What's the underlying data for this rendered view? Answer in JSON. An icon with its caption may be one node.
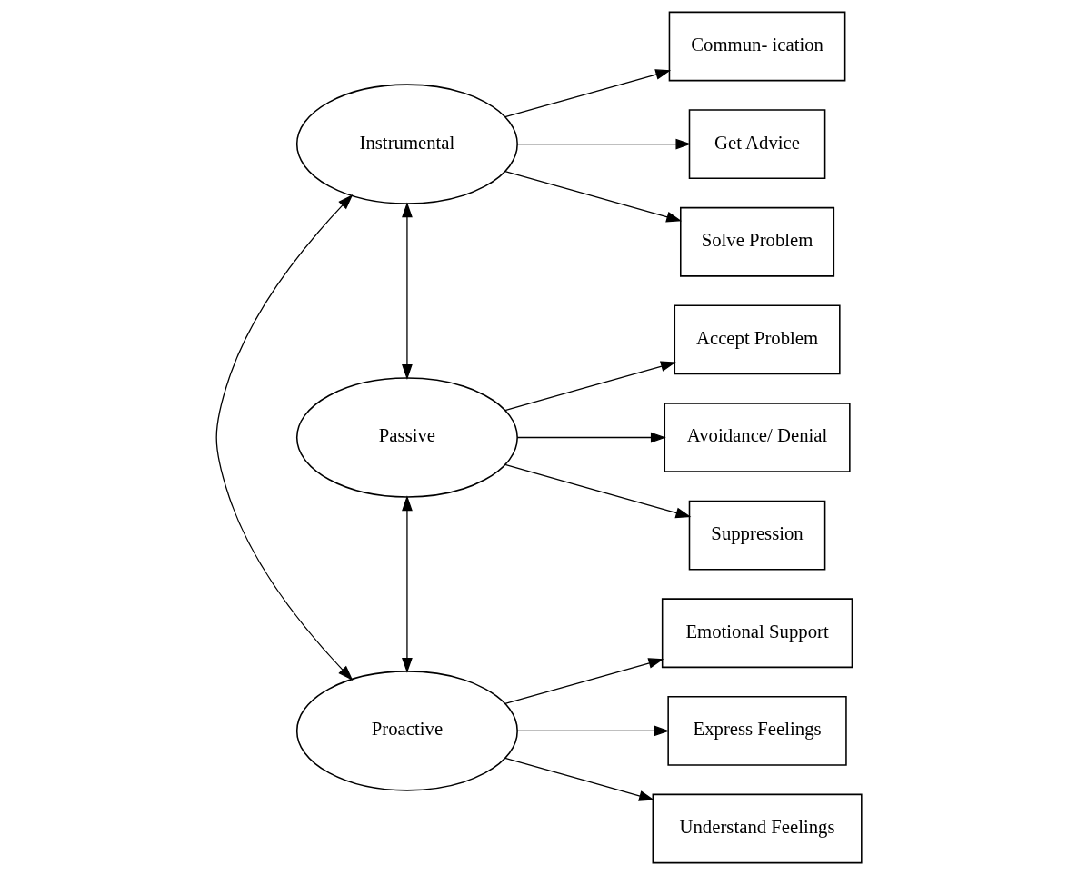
{
  "diagram": {
    "nodes": [
      {
        "text": [
          "Instrumental"
        ]
      },
      {
        "text": [
          "Commun- ication"
        ]
      },
      {
        "text": [
          "Get Advice"
        ]
      },
      {
        "text": [
          "Solve Problem"
        ]
      },
      {
        "text": [
          "Passive"
        ]
      },
      {
        "text": [
          "Accept Problem"
        ]
      },
      {
        "text": [
          "Avoidance/ Denial"
        ]
      },
      {
        "text": [
          "Suppression"
        ]
      },
      {
        "text": [
          "Proactive"
        ]
      },
      {
        "text": [
          "Emotional Support"
        ]
      },
      {
        "text": [
          "Express Feelings"
        ]
      },
      {
        "text": [
          "Understand Feelings"
        ]
      }
    ],
    "edges": [
      {
        "from": 0,
        "to": 1,
        "arrow": "to"
      },
      {
        "from": 0,
        "to": 2,
        "arrow": "to"
      },
      {
        "from": 0,
        "to": 3,
        "arrow": "to"
      },
      {
        "from": 4,
        "to": 5,
        "arrow": "to"
      },
      {
        "from": 4,
        "to": 6,
        "arrow": "to"
      },
      {
        "from": 4,
        "to": 7,
        "arrow": "to"
      },
      {
        "from": 8,
        "to": 9,
        "arrow": "to"
      },
      {
        "from": 8,
        "to": 10,
        "arrow": "to"
      },
      {
        "from": 8,
        "to": 11,
        "arrow": "to"
      },
      {
        "from": 0,
        "to": 4,
        "arrow": "both"
      },
      {
        "from": 4,
        "to": 8,
        "arrow": "both"
      },
      {
        "from": 0,
        "to": 8,
        "arrow": "both"
      }
    ]
  }
}
